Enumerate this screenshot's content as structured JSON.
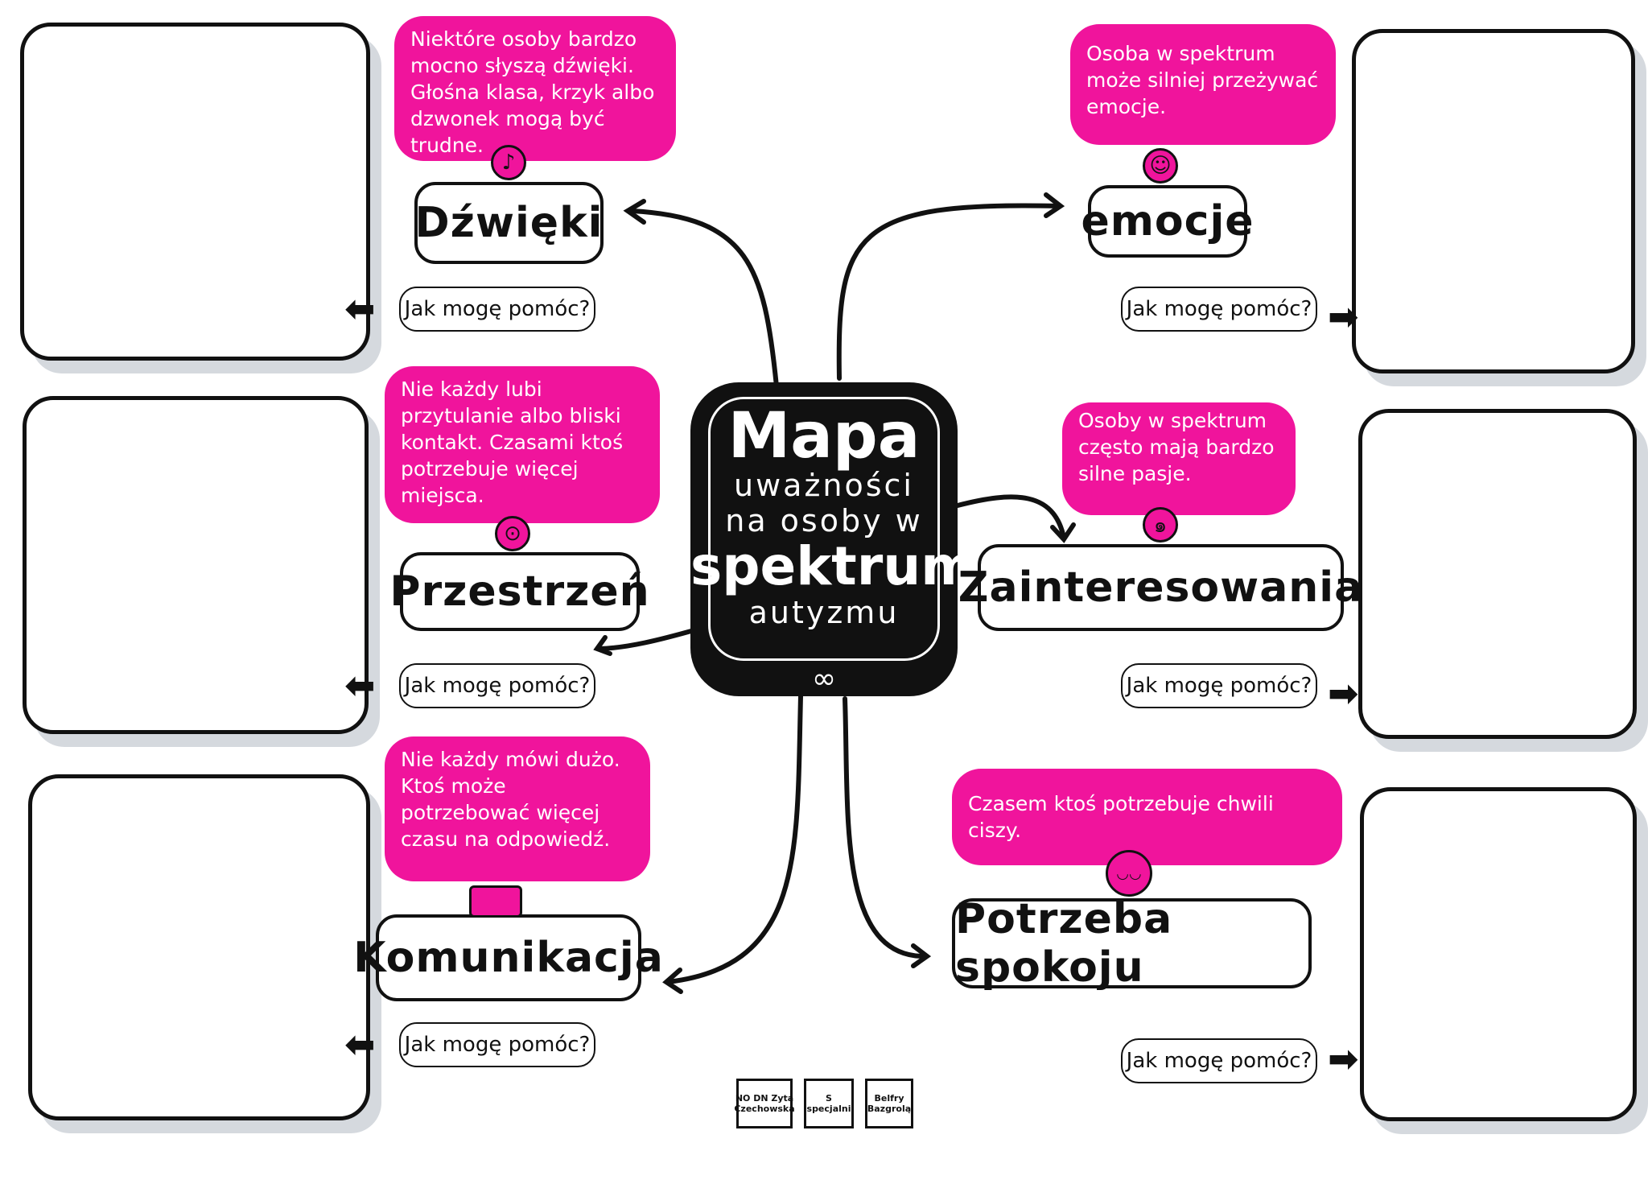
{
  "center": {
    "line1": "Mapa",
    "line2": "uważności",
    "line3": "na osoby w",
    "line4": "spektrum",
    "line5": "autyzmu",
    "symbol": "∞"
  },
  "help_label": "Jak mogę pomóc?",
  "topics": [
    {
      "label": "Dźwięki",
      "icon": "music-note-icon",
      "glyph": "♪",
      "note": "Niektóre osoby bardzo mocno słyszą dźwięki. Głośna klasa, krzyk albo dzwonek mogą być trudne."
    },
    {
      "label": "Przestrzeń",
      "icon": "personal-space-icon",
      "glyph": "⊙",
      "note": "Nie każdy lubi przytulanie albo bliski kontakt. Czasami ktoś potrzebuje więcej miejsca."
    },
    {
      "label": "Komunikacja",
      "icon": "speech-bubble-icon",
      "glyph": "",
      "note": "Nie każdy mówi dużo. Ktoś może potrzebować więcej czasu na odpowiedź."
    },
    {
      "label": "emocje",
      "icon": "smiley-icon",
      "glyph": "☺",
      "note": "Osoba w spektrum może silniej przeżywać emocje."
    },
    {
      "label": "Zainteresowania",
      "icon": "lollipop-icon",
      "glyph": "๑",
      "note": "Osoby w spektrum często mają bardzo silne pasje."
    },
    {
      "label": "Potrzeba spokoju",
      "icon": "calm-face-icon",
      "glyph": "◡◡",
      "note": "Czasem ktoś potrzebuje chwili ciszy."
    }
  ],
  "logos": [
    "NO DN Zyta Czechowska",
    "S specjalni",
    "Belfry Bazgrolą"
  ],
  "colors": {
    "accent": "#f0149c",
    "ink": "#111111",
    "shadow": "#d5d9de"
  }
}
